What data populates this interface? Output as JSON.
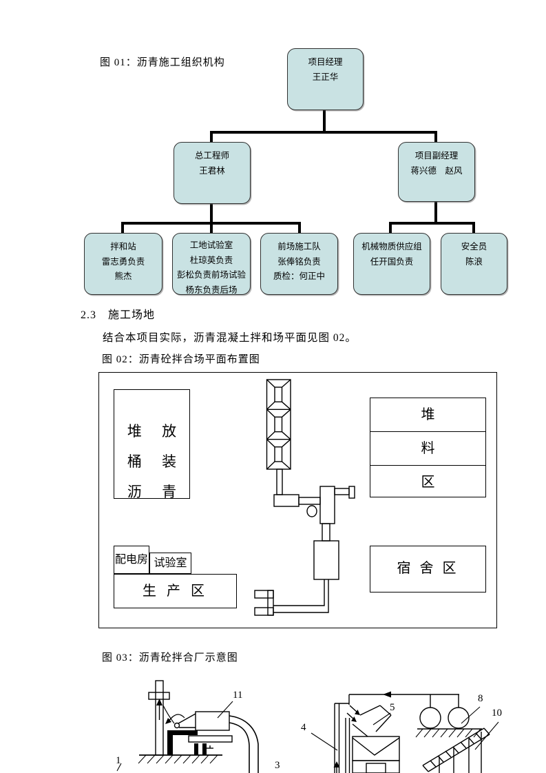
{
  "page": {
    "fig01_caption": "图 01：沥青施工组织机构",
    "section_heading": "2.3　施工场地",
    "paragraph": "结合本项目实际，沥青混凝土拌和场平面见图 02。",
    "fig02_caption": "图 02：沥青砼拌合场平面布置图",
    "fig03_caption": "图 03：沥青砼拌合厂示意图"
  },
  "org_chart": {
    "box_fill": "#c9e2e3",
    "box_border": "#2f2f2f",
    "nodes": {
      "project_manager": {
        "lines": [
          "项目经理",
          "王正华"
        ]
      },
      "chief_engineer": {
        "lines": [
          "总工程师",
          "王君林"
        ]
      },
      "deputy_manager": {
        "lines": [
          "项目副经理",
          "蒋兴德　赵风"
        ]
      },
      "mixing_station": {
        "lines": [
          "拌和站",
          "雷志勇负责",
          "熊杰"
        ]
      },
      "site_lab": {
        "lines": [
          "工地试验室",
          "杜琼英负责",
          "彭松负责前场试验",
          "杨东负责后场"
        ]
      },
      "front_crew": {
        "lines": [
          "前场施工队",
          "张俸铭负责",
          "质检：何正中"
        ]
      },
      "machinery_supply": {
        "lines": [
          "机械物质供应组",
          "任开国负责"
        ]
      },
      "safety_officer": {
        "lines": [
          "安全员",
          "陈浪"
        ]
      }
    }
  },
  "fig02": {
    "barrel_storage": {
      "lines": [
        "堆 放",
        "桶 装",
        "沥 青"
      ]
    },
    "stockpile": {
      "rows": [
        "堆",
        "料",
        "区"
      ]
    },
    "dormitory": "宿  舍  区",
    "power_room": "配电房",
    "laboratory": "试验室",
    "production": "生  产  区"
  },
  "fig03": {
    "part_labels": {
      "p1": "1",
      "p3": "3",
      "p4": "4",
      "p5": "5",
      "p8": "8",
      "p10": "10",
      "p11": "11"
    }
  }
}
